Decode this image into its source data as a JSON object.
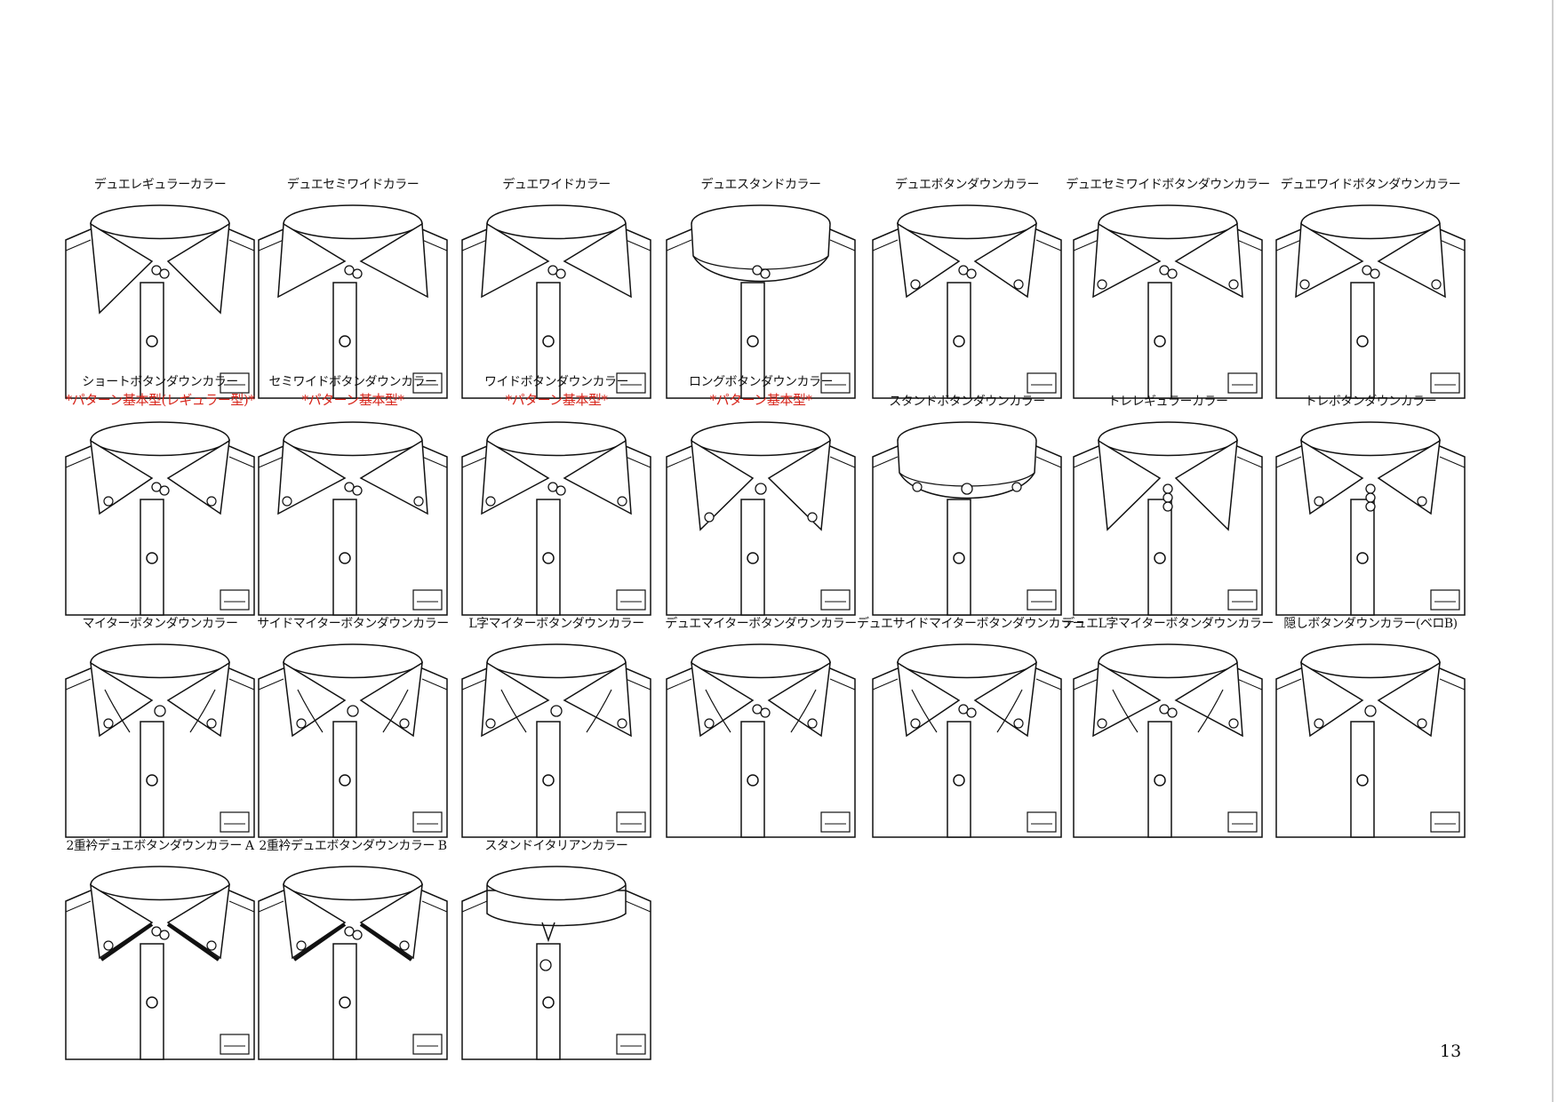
{
  "page_number": "13",
  "collars": [
    {
      "label": "デュエレギュラーカラー",
      "style": "regular"
    },
    {
      "label": "デュエセミワイドカラー",
      "style": "semiwide"
    },
    {
      "label": "デュエワイドカラー",
      "style": "wide"
    },
    {
      "label": "デュエスタンドカラー",
      "style": "stand"
    },
    {
      "label": "デュエボタンダウンカラー",
      "style": "buttondown"
    },
    {
      "label": "デュエセミワイドボタンダウンカラー",
      "style": "semiwide-buttondown"
    },
    {
      "label": "デュエワイドボタンダウンカラー",
      "style": "wide-buttondown"
    },
    {
      "label": "ショートボタンダウンカラー",
      "sublabel": "*パターン基本型(レギュラー型)*",
      "style": "buttondown"
    },
    {
      "label": "セミワイドボタンダウンカラー",
      "sublabel": "*パターン基本型*",
      "style": "semiwide-buttondown"
    },
    {
      "label": "ワイドボタンダウンカラー",
      "sublabel": "*パターン基本型*",
      "style": "wide-buttondown"
    },
    {
      "label": "ロングボタンダウンカラー",
      "sublabel": "*パターン基本型*",
      "style": "long-buttondown"
    },
    {
      "label": "スタンドボタンダウンカラー",
      "style": "stand-buttondown"
    },
    {
      "label": "トレレギュラーカラー",
      "style": "tre-regular"
    },
    {
      "label": "トレボタンダウンカラー",
      "style": "tre-buttondown"
    },
    {
      "label": "マイターボタンダウンカラー",
      "style": "miter"
    },
    {
      "label": "サイドマイターボタンダウンカラー",
      "style": "side-miter"
    },
    {
      "label": "L字マイターボタンダウンカラー",
      "style": "l-miter"
    },
    {
      "label": "デュエマイターボタンダウンカラー",
      "style": "duo-miter"
    },
    {
      "label": "デュエサイドマイターボタンダウンカラー",
      "style": "duo-side-miter"
    },
    {
      "label": "デュエL字マイターボタンダウンカラー",
      "style": "duo-l-miter"
    },
    {
      "label": "隠しボタンダウンカラー(ベロB)",
      "style": "hidden-buttondown"
    },
    {
      "label": "2重衿デュエボタンダウンカラー A",
      "style": "double-a"
    },
    {
      "label": "2重衿デュエボタンダウンカラー B",
      "style": "double-b"
    },
    {
      "label": "スタンドイタリアンカラー",
      "style": "stand-italian"
    }
  ]
}
